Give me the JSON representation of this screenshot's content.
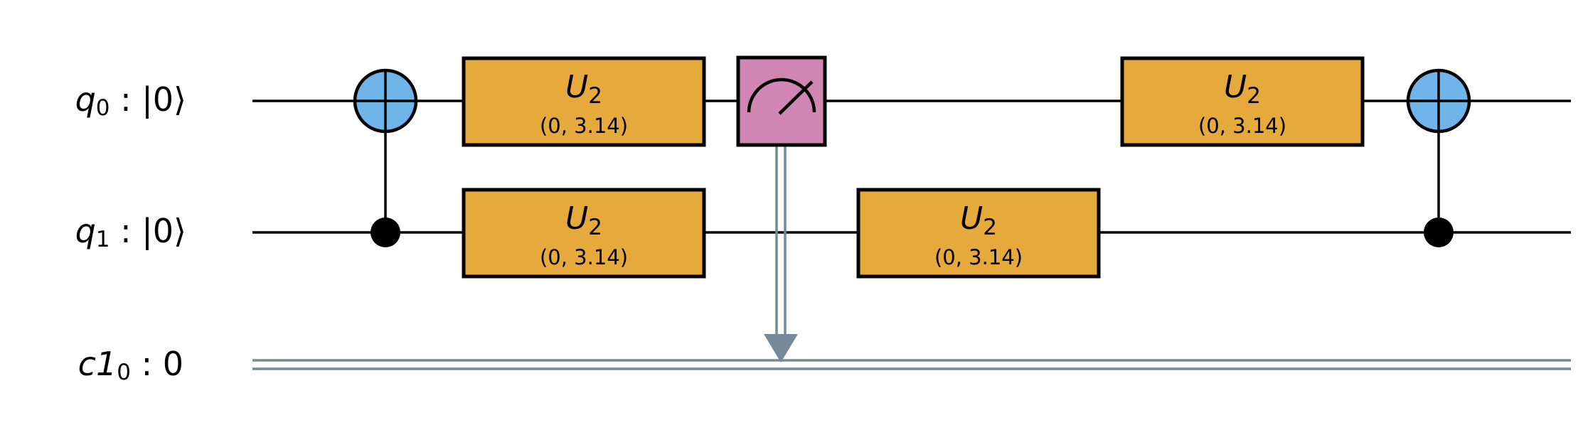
{
  "title": "Quantum circuit",
  "colors": {
    "u2_gate": "#E6AA3C",
    "measure_gate": "#D086B3",
    "cnot_target": "#6FB5EA",
    "classical_wire": "#778899",
    "quantum_wire": "#000000"
  },
  "wires": [
    {
      "id": "q0",
      "kind": "quantum",
      "name": "q",
      "index": "0",
      "init": "|0⟩"
    },
    {
      "id": "q1",
      "kind": "quantum",
      "name": "q",
      "index": "1",
      "init": "|0⟩"
    },
    {
      "id": "c1_0",
      "kind": "classical",
      "name": "c1",
      "index": "0",
      "init": "0"
    }
  ],
  "gates": [
    {
      "type": "cnot",
      "column": 0,
      "target": "q0",
      "control": "q1"
    },
    {
      "type": "u2",
      "column": 1,
      "qubit": "q0",
      "label": "U",
      "subscript": "2",
      "params": "(0, 3.14)"
    },
    {
      "type": "u2",
      "column": 1,
      "qubit": "q1",
      "label": "U",
      "subscript": "2",
      "params": "(0, 3.14)"
    },
    {
      "type": "measure",
      "column": 2,
      "qubit": "q0",
      "clbit": "c1_0"
    },
    {
      "type": "u2",
      "column": 3,
      "qubit": "q1",
      "label": "U",
      "subscript": "2",
      "params": "(0, 3.14)"
    },
    {
      "type": "u2",
      "column": 4,
      "qubit": "q0",
      "label": "U",
      "subscript": "2",
      "params": "(0, 3.14)"
    },
    {
      "type": "cnot",
      "column": 5,
      "target": "q0",
      "control": "q1"
    }
  ]
}
